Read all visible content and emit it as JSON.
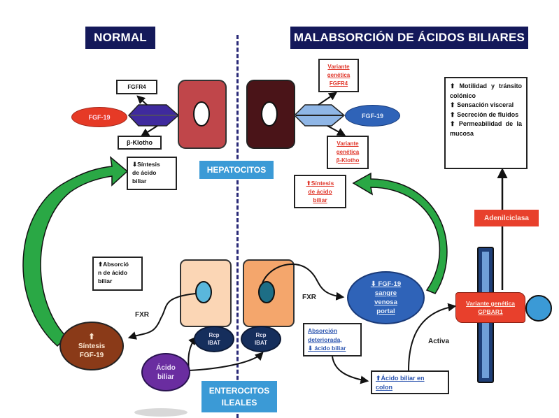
{
  "titles": {
    "normal": "NORMAL",
    "malabsorption": "MALABSORCIÓN DE ÁCIDOS BILIARES"
  },
  "labels": {
    "hepatocitos": "HEPATOCITOS",
    "enterocitos_line1": "ENTEROCITOS",
    "enterocitos_line2": "ILEALES"
  },
  "normal": {
    "fgfr4": "FGFR4",
    "fgf19": "FGF-19",
    "bklotho": "β-Klotho",
    "sintesis_line1": "Síntesis",
    "sintesis_line2": "de ácido",
    "sintesis_line3": "biliar",
    "sintesis_arrow": "down",
    "absorcion_line1": "Absorció",
    "absorcion_line2": "n de ácido",
    "absorcion_line3": "biliar",
    "absorcion_arrow": "up",
    "fxr": "FXR",
    "sintesis_fgf_line1": "Síntesis",
    "sintesis_fgf_line2": "FGF-19",
    "sintesis_fgf_arrow": "up",
    "rcp_line1": "Rcp",
    "rcp_line2": "IBAT",
    "acido_line1": "Ácido",
    "acido_line2": "biliar"
  },
  "malabsorption": {
    "variante_fgfr4_line1": "Variante",
    "variante_fgfr4_line2": "genética",
    "variante_fgfr4_line3": "FGFR4",
    "fgf19": "FGF-19",
    "variante_bklotho_line1": "Variante",
    "variante_bklotho_line2": "genética",
    "variante_bklotho_line3": "β-Klotho",
    "sintesis_line1": "Síntesis",
    "sintesis_line2": "de ácido",
    "sintesis_line3": "biliar",
    "sintesis_arrow": "up",
    "effects": [
      {
        "arrow": "up",
        "text": "Motilidad y tránsito colónico"
      },
      {
        "arrow": "up",
        "text": "Sensación visceral"
      },
      {
        "arrow": "up",
        "text": "Secreción de fluidos"
      },
      {
        "arrow": "up",
        "text": "Permeabilidad de la mucosa"
      }
    ],
    "adenilciclasa": "Adenilciclasa",
    "fxr": "FXR",
    "fgf_sangre_line1": "FGF-19",
    "fgf_sangre_line2": "sangre",
    "fgf_sangre_line3": "venosa",
    "fgf_sangre_line4": "portal",
    "fgf_sangre_arrow": "down",
    "variante_gpbar1_line1": "Variante genética",
    "variante_gpbar1_line2": "GPBAR1",
    "absorcion_line1": "Absorción",
    "absorcion_line2": "deteriorada,",
    "absorcion_line3": "ácido biliar",
    "absorcion_arrow": "down",
    "activa": "Activa",
    "acido_colon_line1": "Ácido biliar en",
    "acido_colon_line2": "colon",
    "acido_colon_arrow": "up",
    "rcp_line1": "Rcp",
    "rcp_line2": "IBAT"
  },
  "colors": {
    "title_bg": "#14195a",
    "normal_hepatocyte": "#c0464a",
    "malabs_hepatocyte": "#4a1418",
    "normal_receptor": "#3f2a9e",
    "malabs_receptor": "#8fb6e6",
    "fgf19_normal": "#e63a26",
    "fgf19_malabs": "#2f63b8",
    "green_arrow": "#2aa845",
    "label_blue": "#3b9ad6",
    "red_accent": "#e0382c"
  }
}
